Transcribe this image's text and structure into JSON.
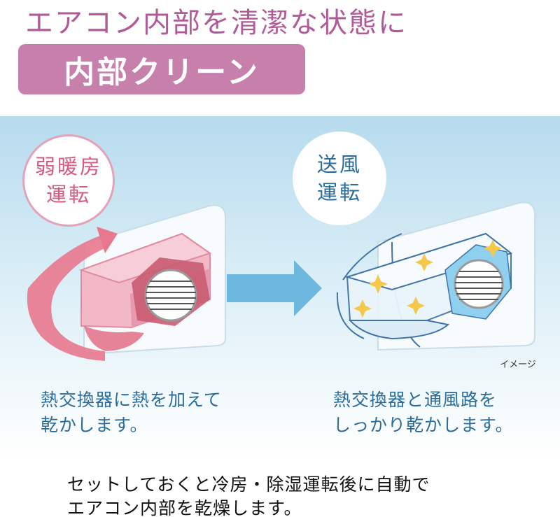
{
  "colors": {
    "headline": "#b05a98",
    "banner_bg": "#c77fab",
    "pink_border": "#e4a2b8",
    "pink_text": "#d65a7e",
    "blue_text": "#2a6c9c",
    "arrow_blue": "#6cb8de"
  },
  "headline": "エアコン内部を清潔な状態に",
  "banner": "内部クリーン",
  "steps": [
    {
      "mode_line1": "弱暖房",
      "mode_line2": "運転",
      "caption_line1": "熱交換器に熱を加えて",
      "caption_line2": "乾かします。"
    },
    {
      "mode_line1": "送風",
      "mode_line2": "運転",
      "caption_line1": "熱交換器と通風路を",
      "caption_line2": "しっかり乾かします。"
    }
  ],
  "image_note": "イメージ",
  "footer_line1": "セットしておくと冷房・除湿運転後に自動で",
  "footer_line2": "エアコン内部を乾燥します。",
  "icons": [
    "ac-unit-warm-icon",
    "ac-unit-air-icon",
    "right-arrow-icon",
    "sparkle-icon"
  ]
}
